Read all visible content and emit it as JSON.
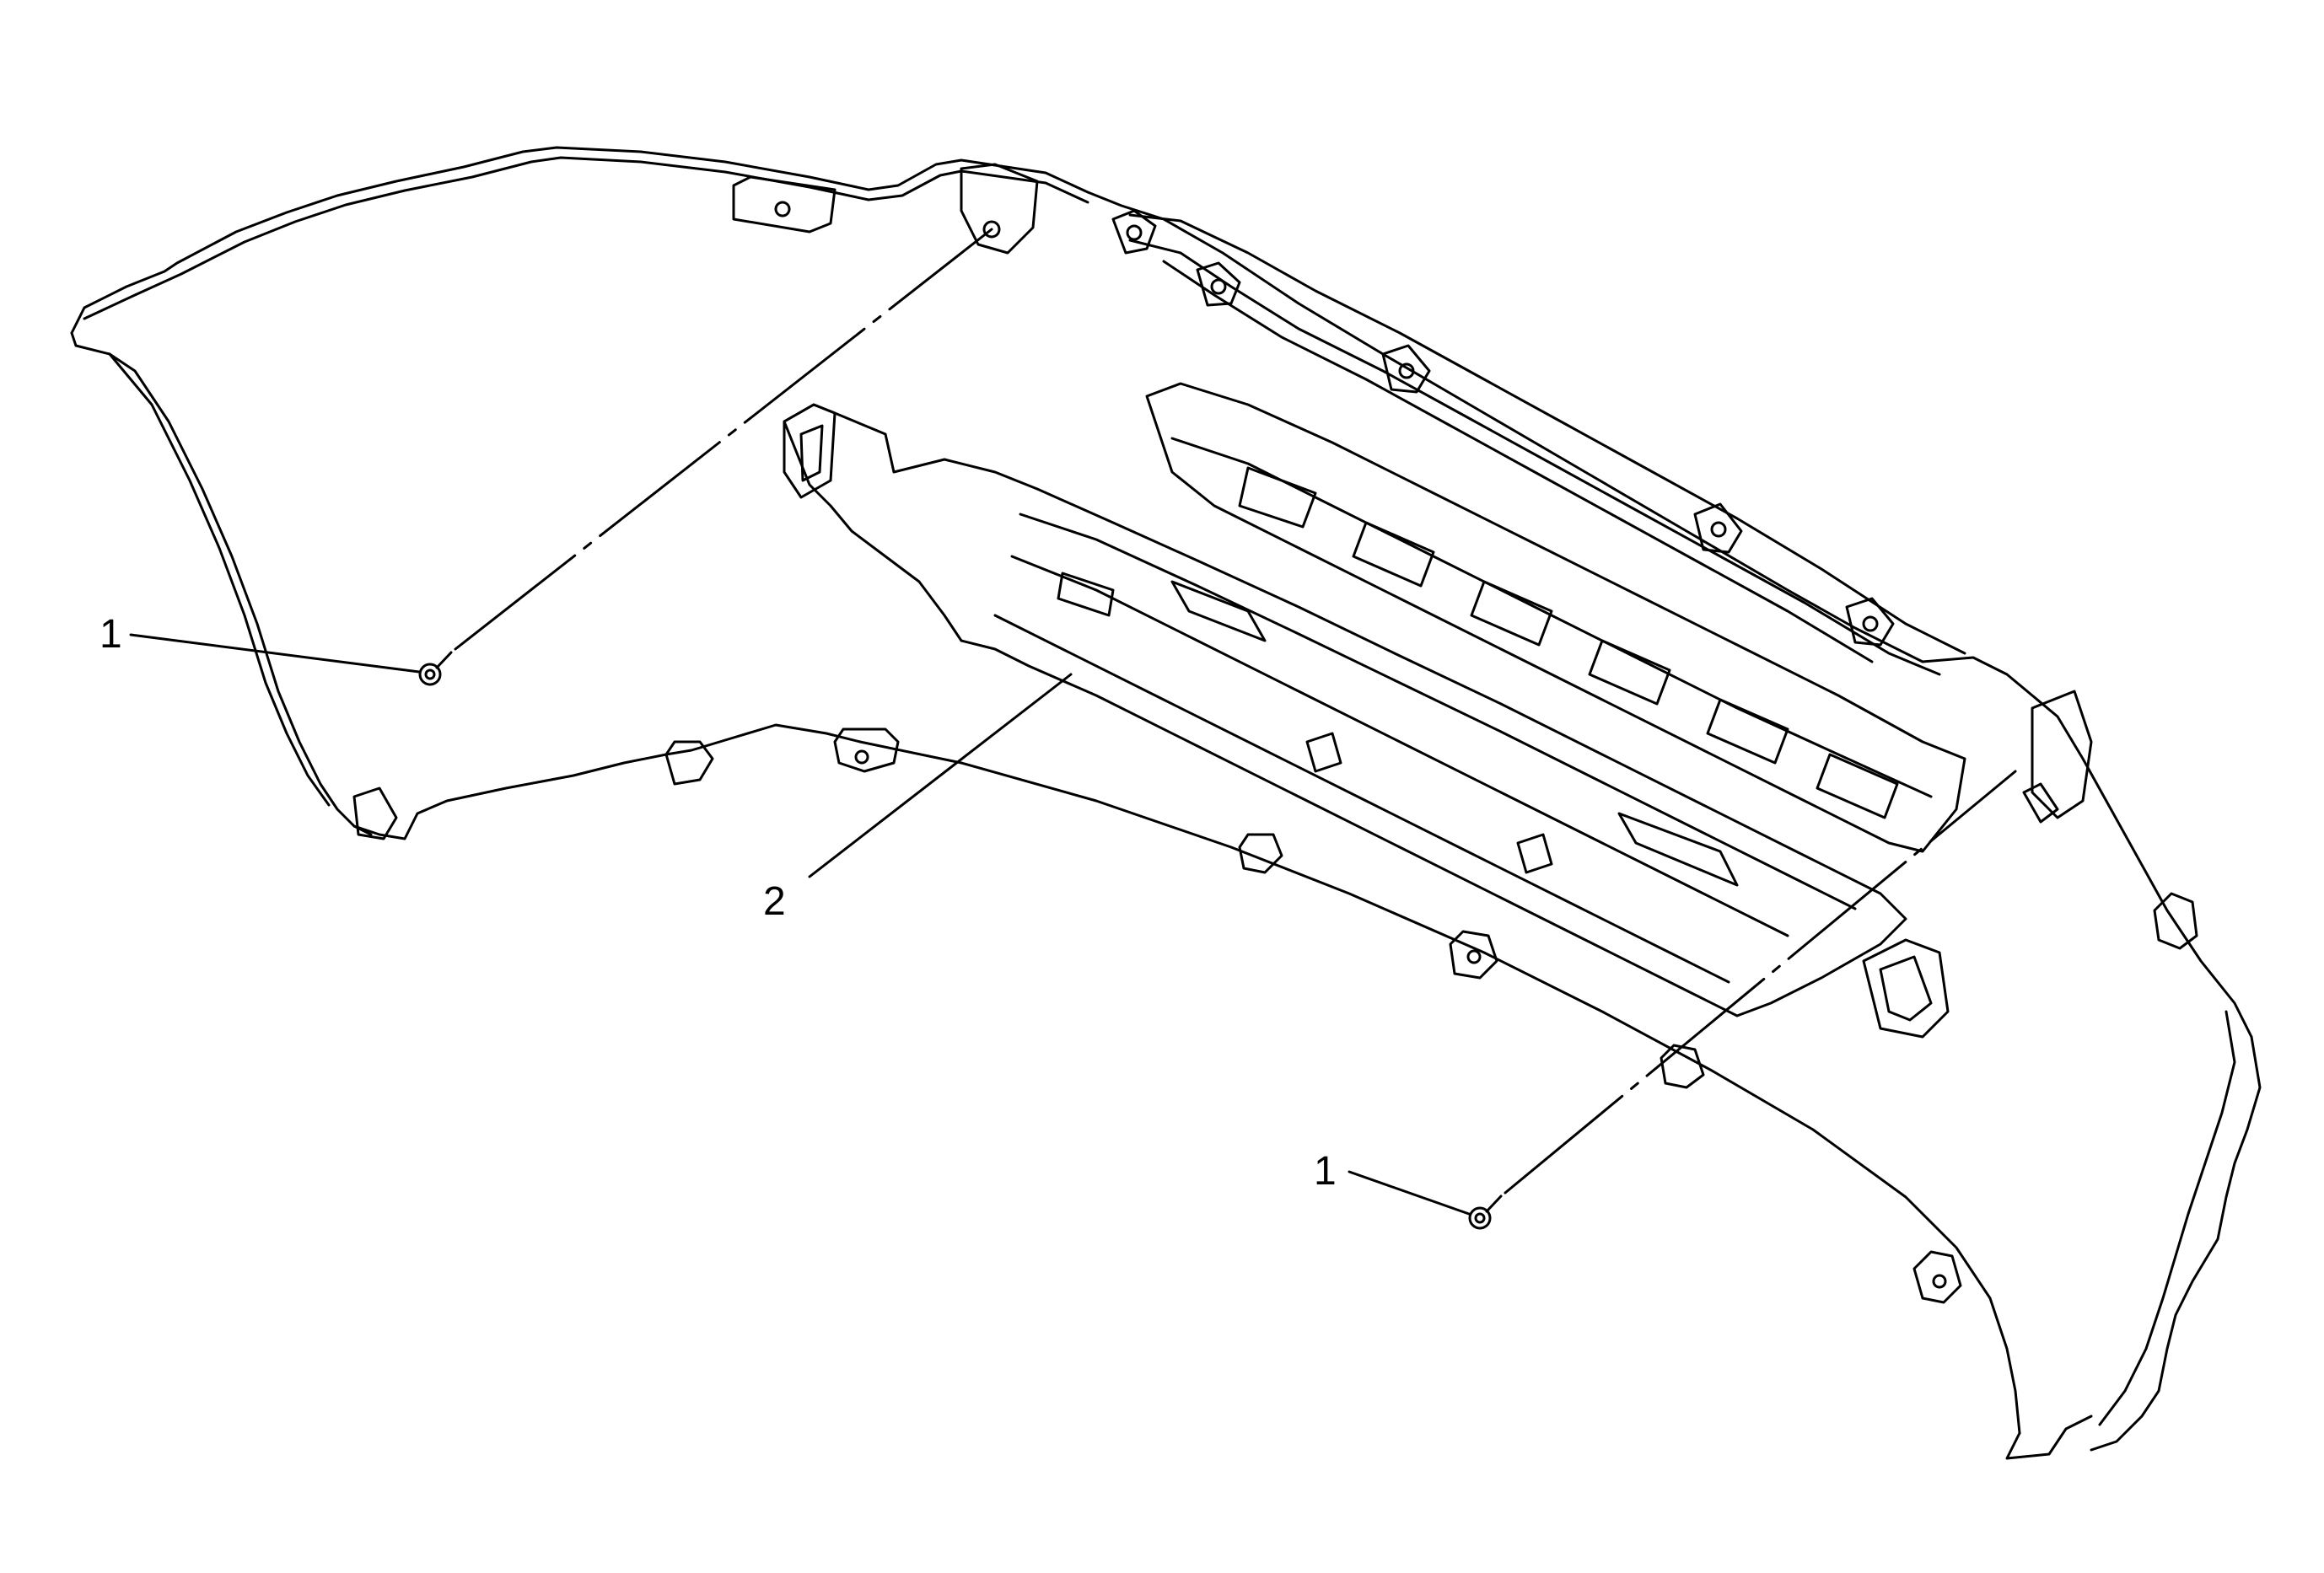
{
  "diagram": {
    "callouts": [
      {
        "id": "callout-1-left",
        "label": "1"
      },
      {
        "id": "callout-2",
        "label": "2"
      },
      {
        "id": "callout-1-right",
        "label": "1"
      }
    ]
  },
  "colors": {
    "line": "#000000",
    "paper": "#ffffff"
  }
}
